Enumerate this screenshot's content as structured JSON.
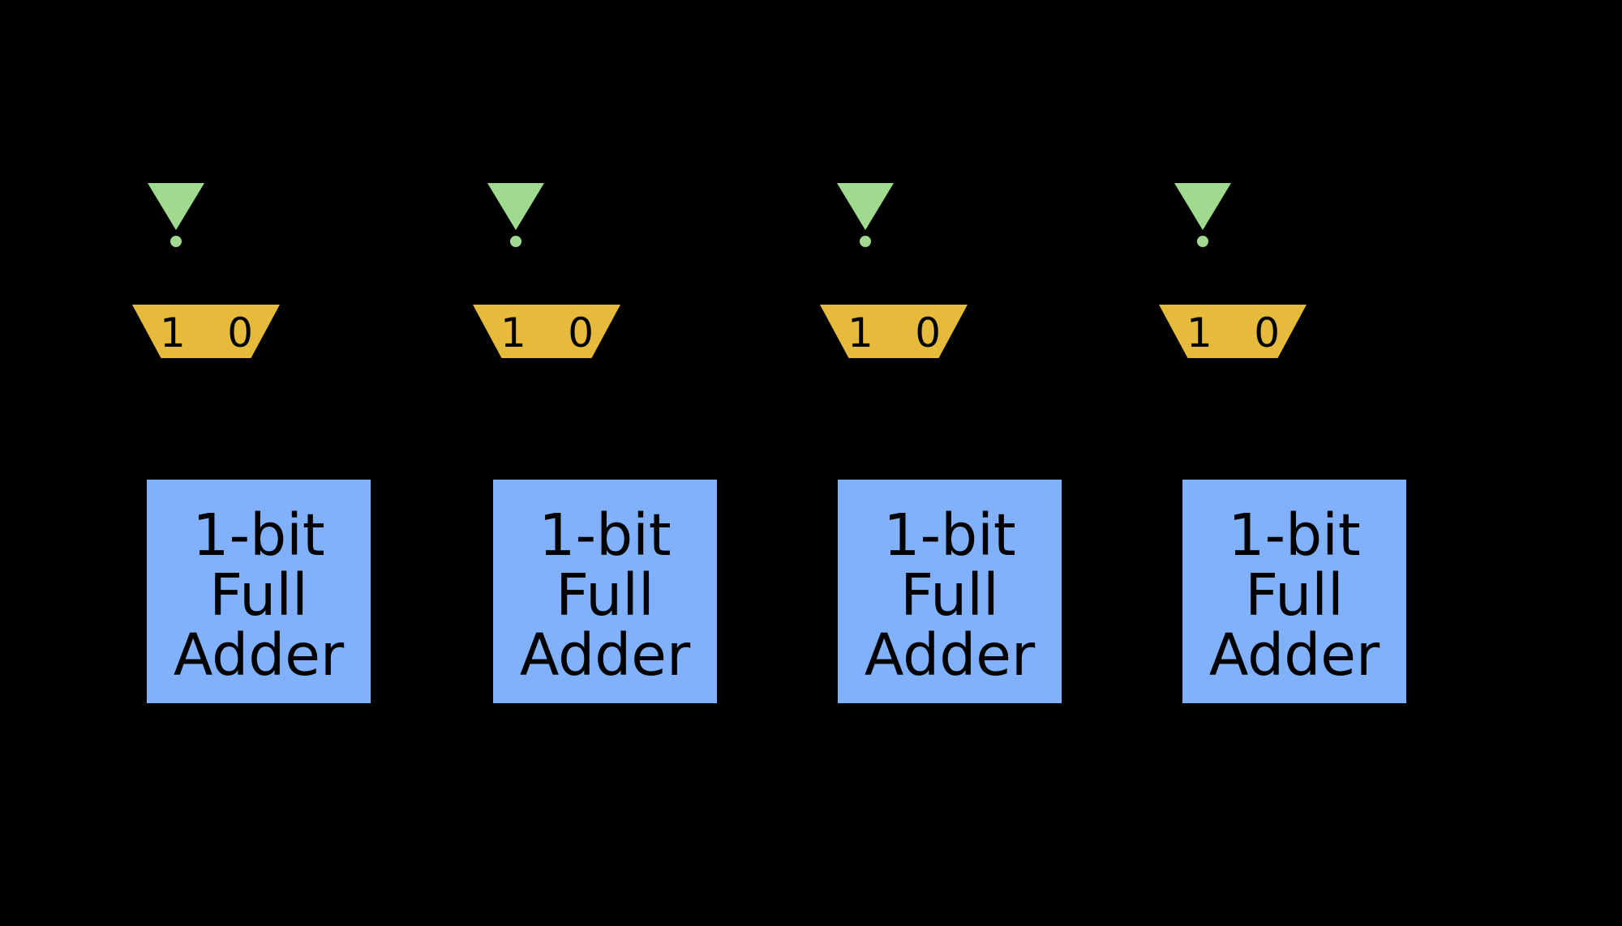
{
  "diagram": {
    "kind": "logic-circuit",
    "background_color": "#000000",
    "colors": {
      "inverter_fill": "#9fda8e",
      "mux_fill": "#e6bb3c",
      "adder_fill": "#80b1fa",
      "label_text": "#000000"
    },
    "columns": [
      {
        "inverter": {
          "icon": "not-gate-icon"
        },
        "mux": {
          "input_one_label": "1",
          "input_zero_label": "0"
        },
        "adder": {
          "line1": "1-bit",
          "line2": "Full",
          "line3": "Adder"
        }
      },
      {
        "inverter": {
          "icon": "not-gate-icon"
        },
        "mux": {
          "input_one_label": "1",
          "input_zero_label": "0"
        },
        "adder": {
          "line1": "1-bit",
          "line2": "Full",
          "line3": "Adder"
        }
      },
      {
        "inverter": {
          "icon": "not-gate-icon"
        },
        "mux": {
          "input_one_label": "1",
          "input_zero_label": "0"
        },
        "adder": {
          "line1": "1-bit",
          "line2": "Full",
          "line3": "Adder"
        }
      },
      {
        "inverter": {
          "icon": "not-gate-icon"
        },
        "mux": {
          "input_one_label": "1",
          "input_zero_label": "0"
        },
        "adder": {
          "line1": "1-bit",
          "line2": "Full",
          "line3": "Adder"
        }
      }
    ]
  }
}
